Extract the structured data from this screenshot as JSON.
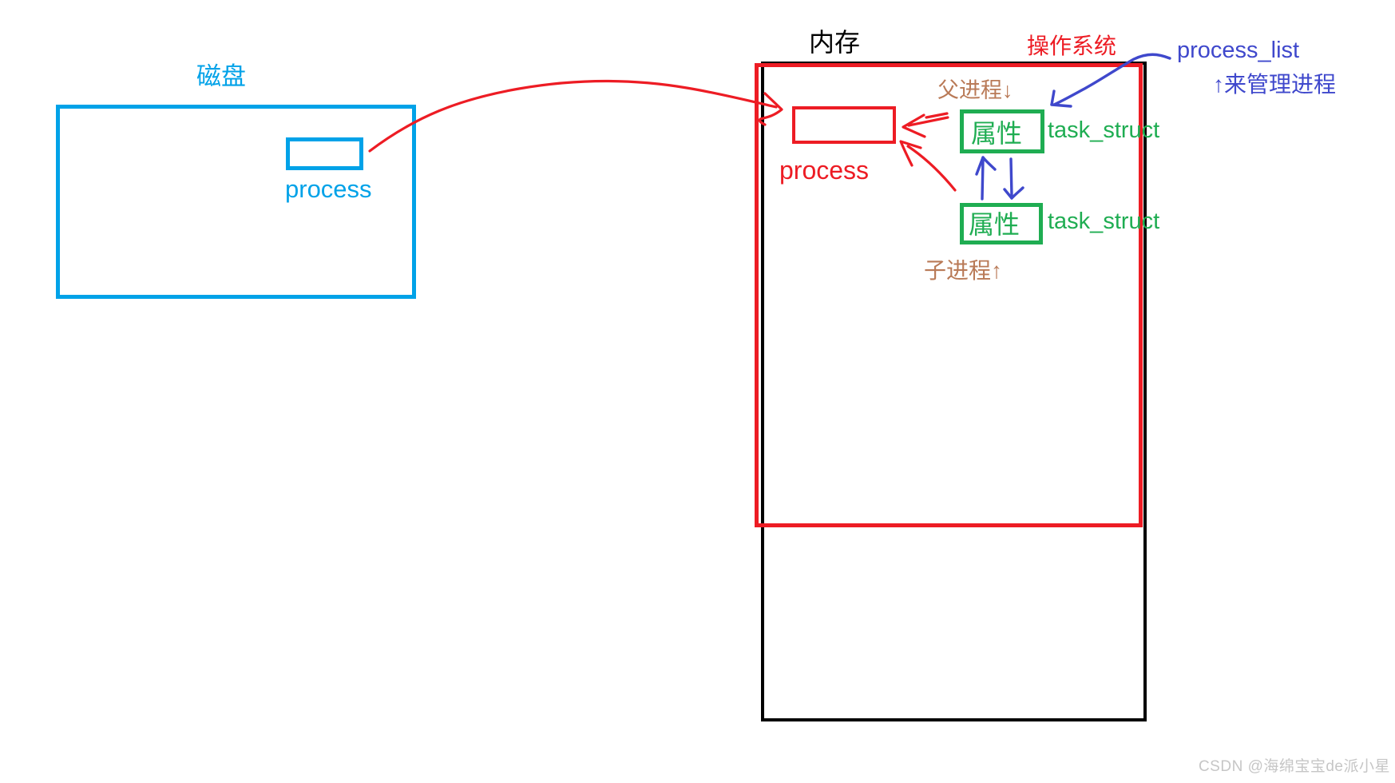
{
  "colors": {
    "cyan": "#00A2E8",
    "red": "#ED1C24",
    "green": "#1FAD52",
    "blue": "#3F48CC",
    "brown": "#B97A57",
    "black": "#000000"
  },
  "disk": {
    "label": "磁盘",
    "process_label": "process"
  },
  "memory": {
    "label": "内存",
    "process_label": "process"
  },
  "os": {
    "label": "操作系统"
  },
  "process_list": {
    "label": "process_list",
    "note": "↑来管理进程"
  },
  "task_structs": {
    "parent": {
      "caption": "父进程↓",
      "attr_label": "属性",
      "name": "task_struct"
    },
    "child": {
      "caption": "子进程↑",
      "attr_label": "属性",
      "name": "task_struct"
    }
  },
  "arrows": [
    {
      "id": "disk-to-memory-arrow",
      "color": "red",
      "from": "disk process",
      "to": "memory process"
    },
    {
      "id": "parent-to-process-arrow",
      "color": "red",
      "from": "parent task_struct",
      "to": "memory process"
    },
    {
      "id": "child-to-process-arrow",
      "color": "red",
      "from": "child task_struct",
      "to": "memory process"
    },
    {
      "id": "parent-child-up-arrow",
      "color": "blue",
      "from": "child task_struct",
      "to": "parent task_struct"
    },
    {
      "id": "parent-child-down-arrow",
      "color": "blue",
      "from": "parent task_struct",
      "to": "child task_struct"
    },
    {
      "id": "process-list-arrow",
      "color": "blue",
      "from": "process_list label",
      "to": "parent task_struct"
    }
  ],
  "page": {
    "watermark": "CSDN @海绵宝宝de派小星"
  }
}
